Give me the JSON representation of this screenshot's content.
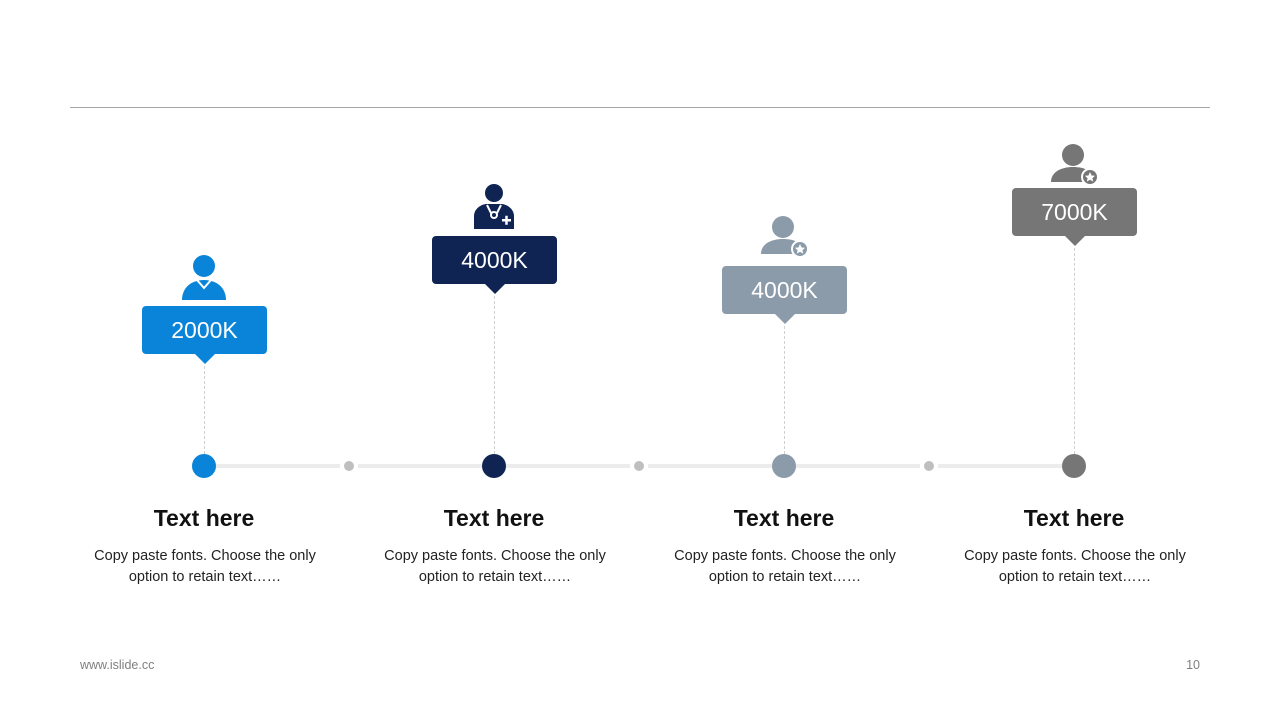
{
  "steps": [
    {
      "value": "2000K",
      "title": "Text here",
      "description": "Copy paste fonts. Choose the only option to retain text……",
      "color": "#0a84d8",
      "icon": "person-icon"
    },
    {
      "value": "4000K",
      "title": "Text here",
      "description": "Copy paste fonts. Choose the only option to retain text……",
      "color": "#0f2452",
      "icon": "doctor-plus-icon"
    },
    {
      "value": "4000K",
      "title": "Text here",
      "description": "Copy paste fonts. Choose the only option to retain text……",
      "color": "#8c9ba9",
      "icon": "person-star-icon"
    },
    {
      "value": "7000K",
      "title": "Text here",
      "description": "Copy paste fonts. Choose the only option to retain text……",
      "color": "#767676",
      "icon": "person-star-icon"
    }
  ],
  "footer": {
    "website": "www.islide.cc",
    "page_number": "10"
  }
}
